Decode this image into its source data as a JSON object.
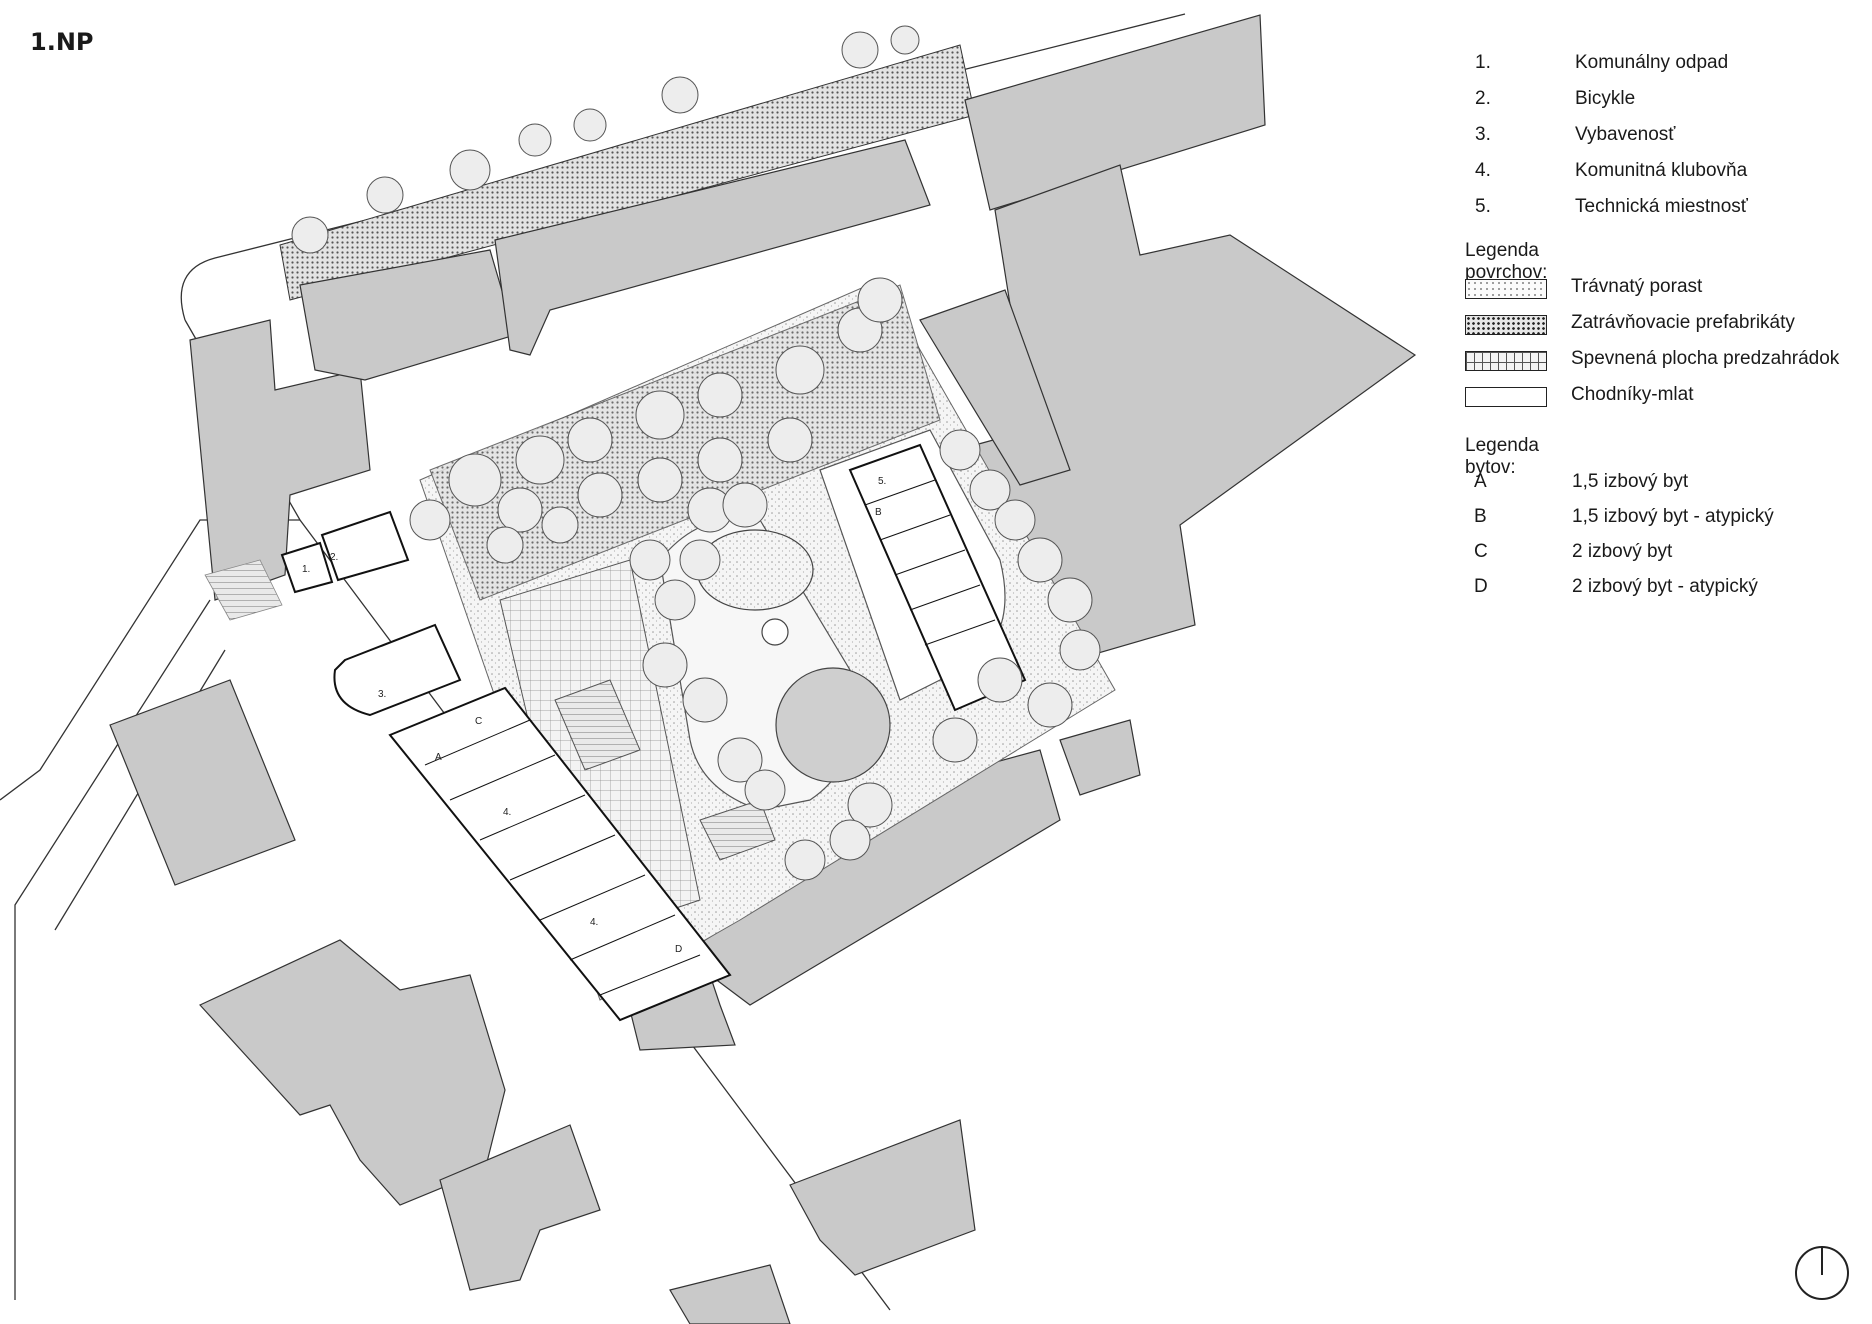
{
  "title": "1.NP",
  "legend_items": [
    {
      "num": "1.",
      "label": "Komunálny odpad"
    },
    {
      "num": "2.",
      "label": "Bicykle"
    },
    {
      "num": "3.",
      "label": "Vybavenosť"
    },
    {
      "num": "4.",
      "label": "Komunitná klubovňa"
    },
    {
      "num": "5.",
      "label": "Technická miestnosť"
    }
  ],
  "surface_legend": {
    "heading": "Legenda povrchov:",
    "items": [
      {
        "label": "Trávnatý porast",
        "pattern": "grass"
      },
      {
        "label": "Zatrávňovacie prefabrikáty",
        "pattern": "prefab"
      },
      {
        "label": "Spevnená plocha predzahrádok",
        "pattern": "paved"
      },
      {
        "label": "Chodníky-mlat",
        "pattern": "path"
      }
    ]
  },
  "flat_legend": {
    "heading": "Legenda bytov:",
    "items": [
      {
        "code": "A",
        "label": "1,5 izbový byt"
      },
      {
        "code": "B",
        "label": "1,5 izbový byt - atypický"
      },
      {
        "code": "C",
        "label": "2 izbový byt"
      },
      {
        "code": "D",
        "label": "2 izbový byt - atypický"
      }
    ]
  },
  "plan_labels": {
    "waste": "1.",
    "bikes": "2.",
    "amenity": "3.",
    "club_1": "4.",
    "club_2": "4.",
    "technical": "5.",
    "flat_a": "A",
    "flat_b": "B",
    "flat_c": "C",
    "flat_d": "D"
  },
  "colors": {
    "building_fill": "#c9c9c9",
    "line": "#222222",
    "tree_fill": "#ededed",
    "background": "#ffffff"
  }
}
